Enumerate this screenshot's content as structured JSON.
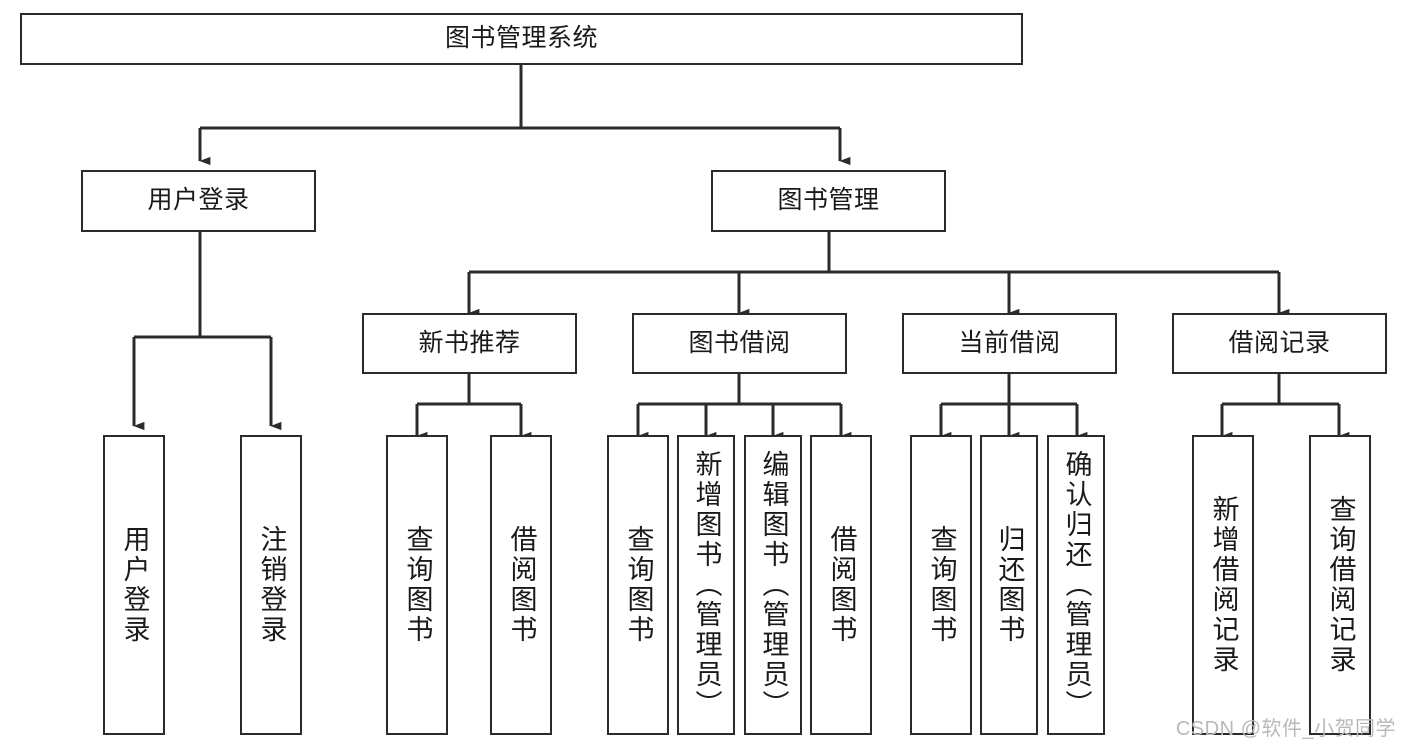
{
  "diagram": {
    "type": "tree",
    "title": "图书管理系统",
    "orientation": "top-down",
    "colors": {
      "box_border": "#2b2b2b",
      "box_fill": "#ffffff",
      "line": "#2b2b2b",
      "text": "#1a1a1a",
      "watermark": "#b9b9b9",
      "background": "#ffffff"
    },
    "root": {
      "label": "图书管理系统"
    },
    "level2": [
      {
        "label": "用户登录"
      },
      {
        "label": "图书管理"
      }
    ],
    "level3": [
      {
        "label": "新书推荐"
      },
      {
        "label": "图书借阅"
      },
      {
        "label": "当前借阅"
      },
      {
        "label": "借阅记录"
      }
    ],
    "leaves": {
      "user_login": [
        {
          "label": "用户登录"
        },
        {
          "label": "注销登录"
        }
      ],
      "new_book_recommend": [
        {
          "label": "查询图书"
        },
        {
          "label": "借阅图书"
        }
      ],
      "book_borrow": [
        {
          "label": "查询图书"
        },
        {
          "label": "新增图书（管理员）"
        },
        {
          "label": "编辑图书（管理员）"
        },
        {
          "label": "借阅图书"
        }
      ],
      "current_borrow": [
        {
          "label": "查询图书"
        },
        {
          "label": "归还图书"
        },
        {
          "label": "确认归还（管理员）"
        }
      ],
      "borrow_record": [
        {
          "label": "新增借阅记录"
        },
        {
          "label": "查询借阅记录"
        }
      ]
    }
  },
  "watermark": {
    "text": "CSDN @软件_小贺同学"
  }
}
